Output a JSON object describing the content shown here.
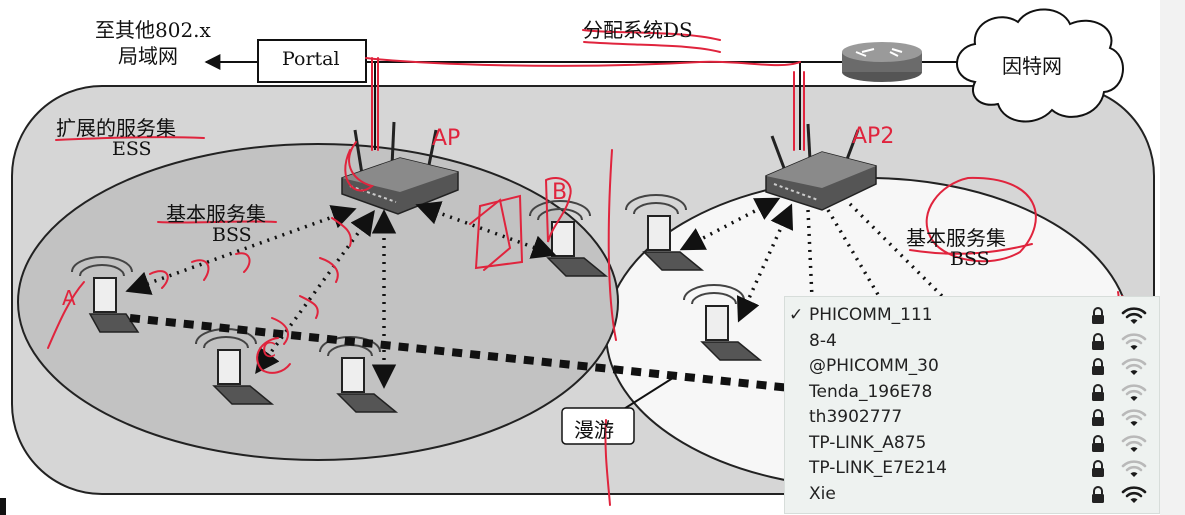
{
  "labels": {
    "other_lan": "至其他802.x",
    "other_lan2": "局域网",
    "portal": "Portal",
    "ds": "分配系统DS",
    "internet": "因特网",
    "ess_cn": "扩展的服务集",
    "ess": "ESS",
    "bss1_cn": "基本服务集",
    "bss1": "BSS",
    "bss2_cn": "基本服务集",
    "bss2": "BSS",
    "roam": "漫游"
  },
  "annotations": {
    "ap1": "AP",
    "ap2": "AP2",
    "a": "A",
    "b": "B",
    "c": "C"
  },
  "wifi_list": {
    "items": [
      {
        "name": "PHICOMM_111",
        "check": "✓",
        "locked": true,
        "signal": 3
      },
      {
        "name": "8-4",
        "check": "",
        "locked": true,
        "signal": 1
      },
      {
        "name": "@PHICOMM_30",
        "check": "",
        "locked": true,
        "signal": 1
      },
      {
        "name": "Tenda_196E78",
        "check": "",
        "locked": true,
        "signal": 1
      },
      {
        "name": "th3902777",
        "check": "",
        "locked": true,
        "signal": 1
      },
      {
        "name": "TP-LINK_A875",
        "check": "",
        "locked": true,
        "signal": 1
      },
      {
        "name": "TP-LINK_E7E214",
        "check": "",
        "locked": true,
        "signal": 1
      },
      {
        "name": "Xie",
        "check": "",
        "locked": true,
        "signal": 3
      }
    ]
  },
  "colors": {
    "annotation": "#e0243d",
    "ess_fill": "#d6d6d6",
    "bss1_fill": "#c2c2c2",
    "bss2_fill": "#f7f7f7",
    "signal_active": "#1a1a1a",
    "signal_dim": "#b9b9b9"
  }
}
